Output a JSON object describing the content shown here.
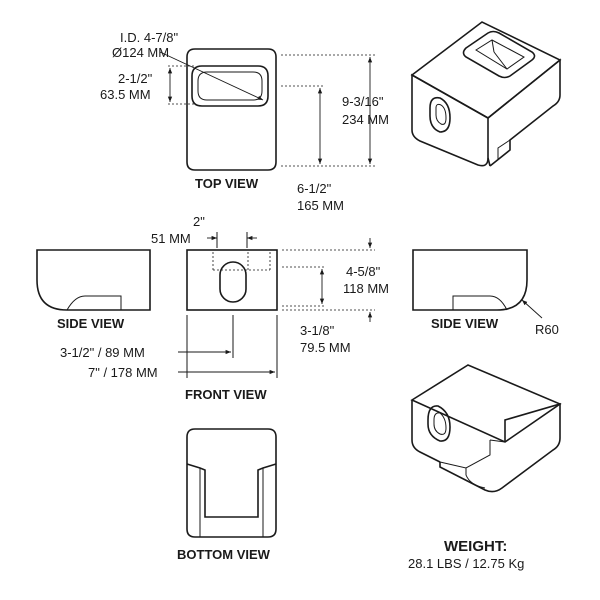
{
  "views": {
    "top": "TOP VIEW",
    "front": "FRONT VIEW",
    "bottom": "BOTTOM VIEW",
    "side_left": "SIDE VIEW",
    "side_right": "SIDE VIEW"
  },
  "dimensions": {
    "id_inch": "I.D. 4-7/8\"",
    "id_mm": "Ø124 MM",
    "slot_w_inch": "2-1/2\"",
    "slot_w_mm": "63.5 MM",
    "total_h_inch": "9-3/16\"",
    "total_h_mm": "234 MM",
    "body_h_inch": "6-1/2\"",
    "body_h_mm": "165 MM",
    "hole_w_inch": "2\"",
    "hole_w_mm": "51 MM",
    "front_h_inch": "4-5/8\"",
    "front_h_mm": "118 MM",
    "hole_h_inch": "3-1/8\"",
    "hole_h_mm": "79.5 MM",
    "hole_offset": "3-1/2\" / 89 MM",
    "width": "7\" / 178 MM",
    "radius": "R60"
  },
  "weight": {
    "label": "WEIGHT:",
    "value": "28.1 LBS / 12.75 Kg"
  }
}
